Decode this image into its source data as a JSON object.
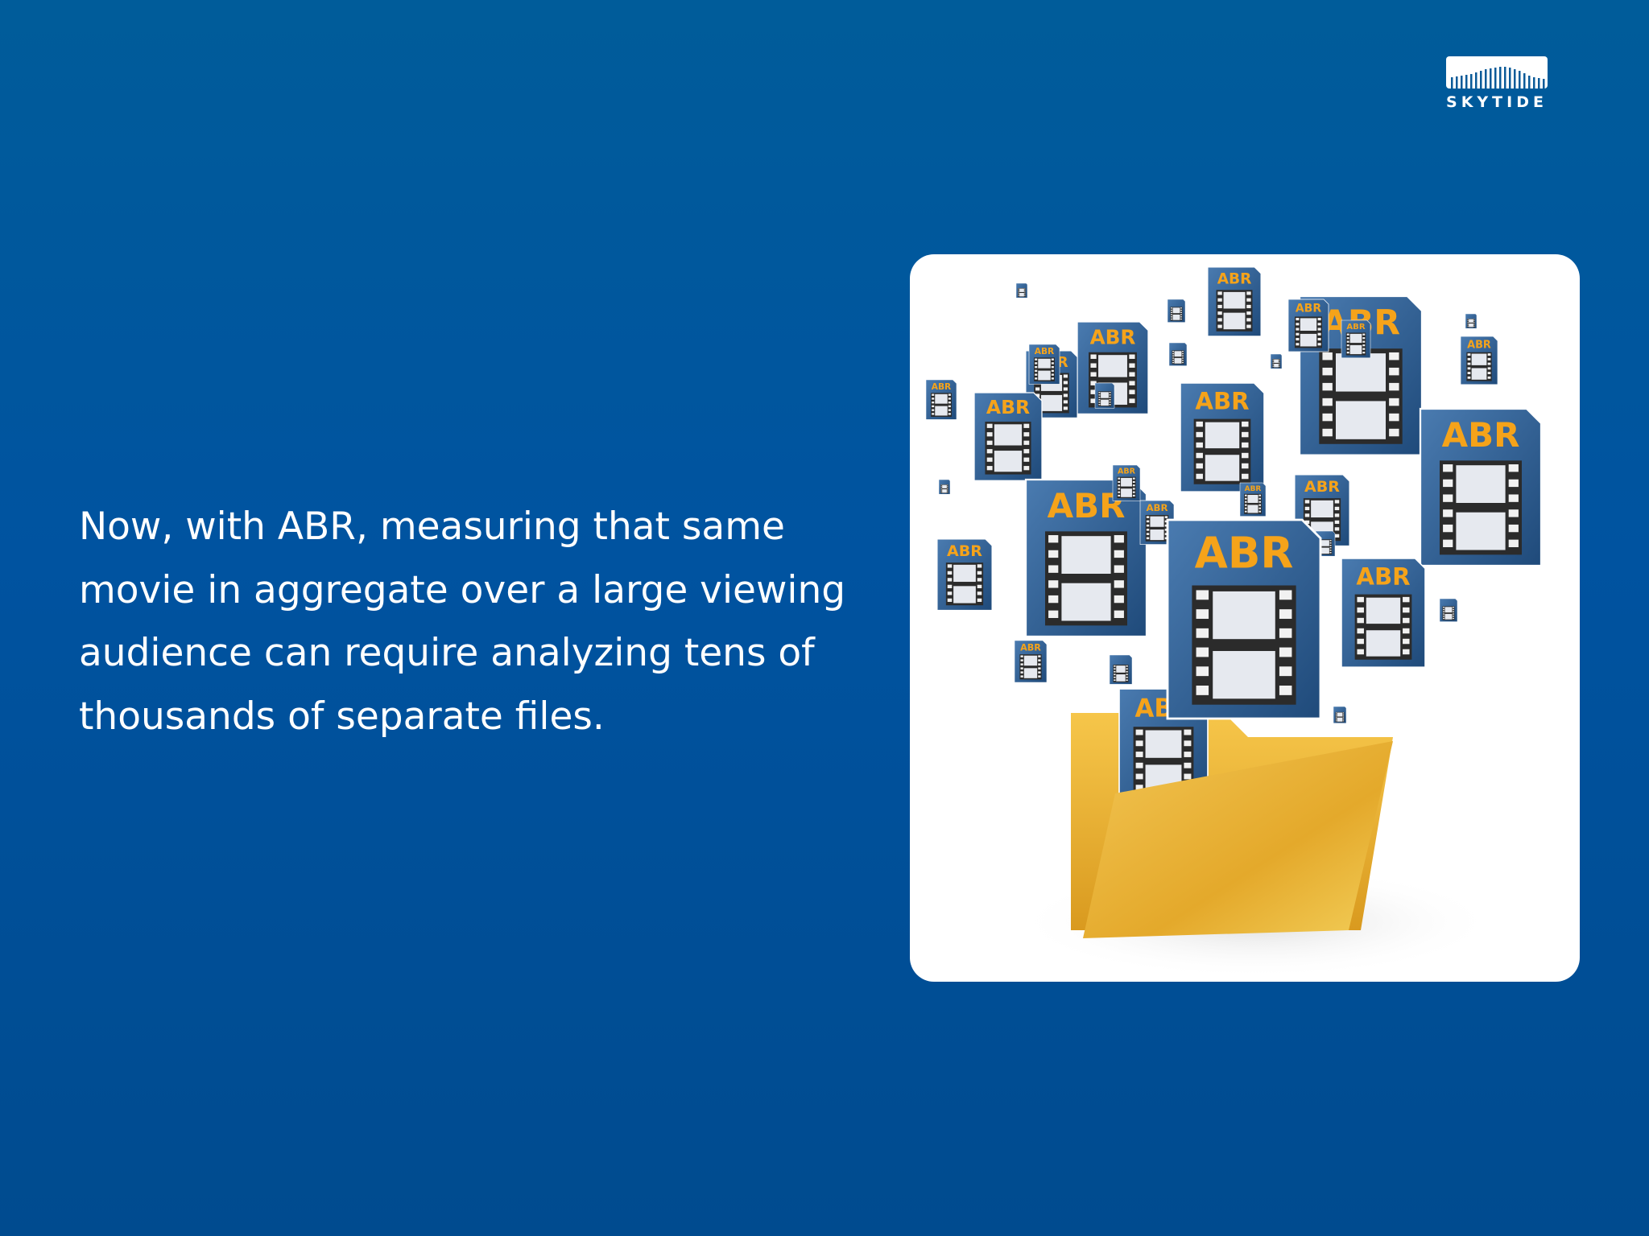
{
  "brand": {
    "name": "SKYTIDE",
    "logo_icon": "skyline-wave-icon",
    "logo_color": "#ffffff"
  },
  "slide": {
    "text": "Now, with ABR, measuring that same movie in aggregate over a large viewing audience can require analyzing tens of thousands of separate files.",
    "background_top": "#005c9a",
    "background_bottom": "#004b8f"
  },
  "illustration": {
    "icon": "folder-of-video-files-icon",
    "file_label": "ABR",
    "colors": {
      "file_body": "#2e5f94",
      "label": "#f5a31a",
      "frame": "#e6e9ef",
      "folder": "#f0b93a"
    }
  }
}
